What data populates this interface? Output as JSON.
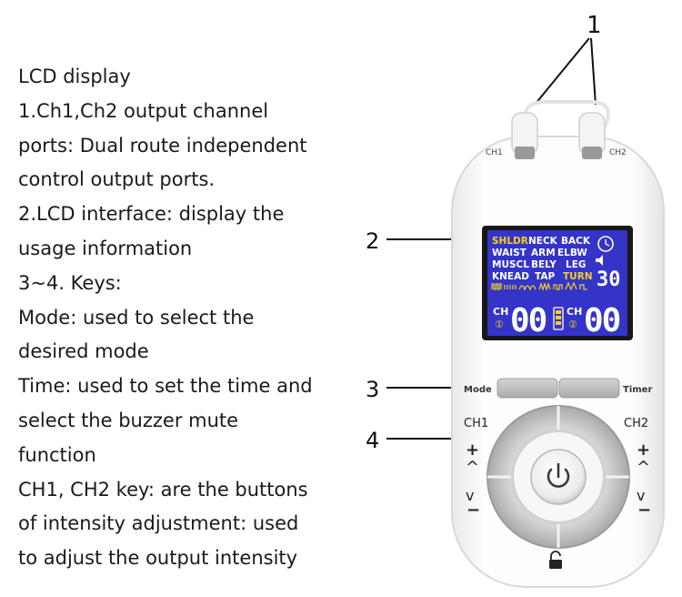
{
  "description": {
    "lines": [
      "LCD display",
      "1.Ch1,Ch2 output channel",
      "ports: Dual route independent",
      "control output ports.",
      "2.LCD interface: display the",
      "usage information",
      "3~4. Keys:",
      "Mode: used to select the",
      "desired mode",
      "Time: used to set the time and",
      "select the buzzer mute",
      "function",
      "CH1, CH2 key: are the buttons",
      "of intensity adjustment: used",
      "to adjust the output intensity"
    ]
  },
  "callouts": {
    "c1": "1",
    "c2": "2",
    "c3": "3",
    "c4": "4"
  },
  "device": {
    "port_left": "CH1",
    "port_right": "CH2",
    "mode_label": "Mode",
    "timer_label": "Timer",
    "ch1_label": "CH1",
    "ch2_label": "CH2",
    "plus": "+",
    "minus": "−",
    "up": "^",
    "down": "v"
  },
  "lcd": {
    "row1": [
      "SHLDR",
      "NECK",
      "BACK"
    ],
    "row2": [
      "WAIST",
      "ARM",
      "ELBW"
    ],
    "row3": [
      "MUSCL",
      "BELY",
      "LEG"
    ],
    "row4": [
      "KNEAD",
      "TAP",
      "TURN"
    ],
    "timer_value": "30",
    "ch1_tag": "CH",
    "ch1_num": "①",
    "ch1_value": "00",
    "ch2_tag": "CH",
    "ch2_num": "②",
    "ch2_value": "00"
  },
  "colors": {
    "lcd_background": "#3434c8",
    "lcd_text_white": "#ffffff",
    "lcd_text_yellow": "#f2d21e",
    "device_body": "#fafafa",
    "button_gray": "#bdbdbd"
  },
  "icons": [
    "power-icon",
    "lock-icon",
    "clock-icon",
    "battery-icon"
  ]
}
